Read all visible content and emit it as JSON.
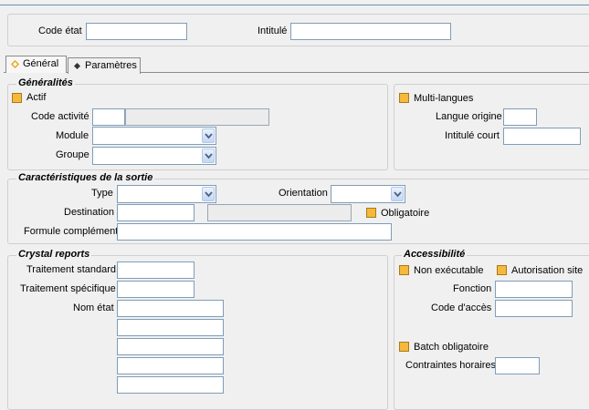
{
  "header": {
    "code_etat_label": "Code état",
    "code_etat_value": "",
    "intitule_label": "Intitulé",
    "intitule_value": ""
  },
  "tabs": [
    {
      "label": "Général"
    },
    {
      "label": "Paramètres"
    }
  ],
  "generalites": {
    "title": "Généralités",
    "actif_label": "Actif",
    "code_activite_label": "Code activité",
    "module_label": "Module",
    "groupe_label": "Groupe"
  },
  "multilangues": {
    "label": "Multi-langues",
    "langue_origine_label": "Langue origine",
    "intitule_court_label": "Intitulé court"
  },
  "sortie": {
    "title": "Caractéristiques de la sortie",
    "type_label": "Type",
    "orientation_label": "Orientation",
    "destination_label": "Destination",
    "obligatoire_label": "Obligatoire",
    "formule_label": "Formule complément"
  },
  "crystal": {
    "title": "Crystal reports",
    "traitement_standard_label": "Traitement standard",
    "traitement_specifique_label": "Traitement spécifique",
    "nom_etat_label": "Nom état"
  },
  "accessibilite": {
    "title": "Accessibilité",
    "non_executable_label": "Non exécutable",
    "autorisation_site_label": "Autorisation site",
    "fonction_label": "Fonction",
    "code_acces_label": "Code d'accès",
    "batch_label": "Batch obligatoire",
    "contraintes_label": "Contraintes horaires"
  },
  "colors": {
    "checkbox": "#f6b93b",
    "input_border": "#7f9db9",
    "background": "#f0f0f0"
  }
}
